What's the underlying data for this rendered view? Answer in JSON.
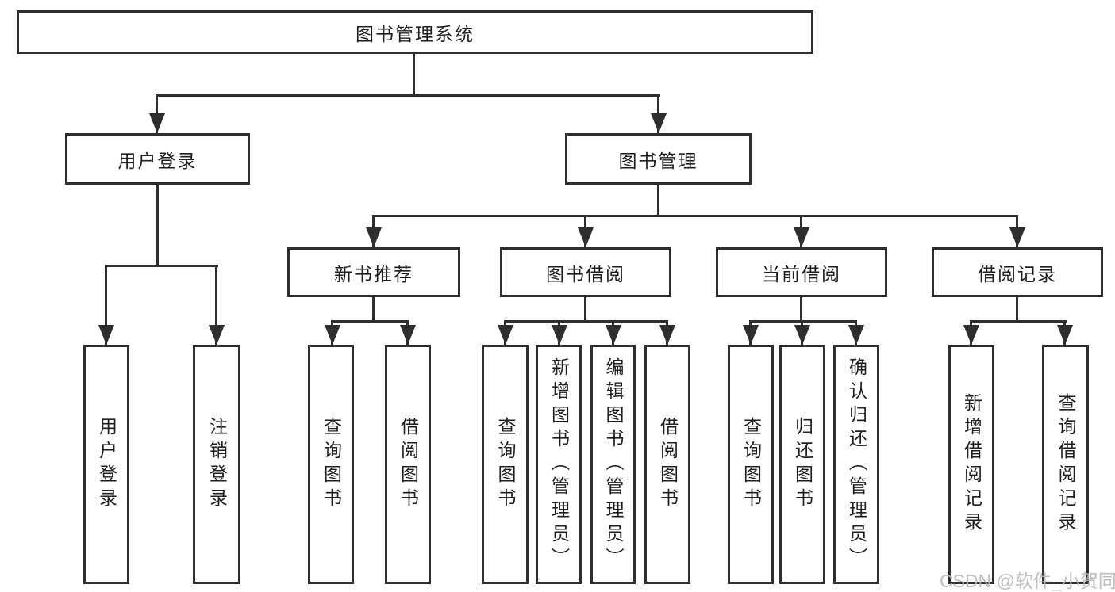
{
  "diagram": {
    "root": {
      "label": "图书管理系统"
    },
    "level2": [
      {
        "label": "用户登录"
      },
      {
        "label": "图书管理"
      }
    ],
    "level3": [
      {
        "label": "新书推荐"
      },
      {
        "label": "图书借阅"
      },
      {
        "label": "当前借阅"
      },
      {
        "label": "借阅记录"
      }
    ],
    "leaves": {
      "user_login": [
        {
          "label": "用户登录"
        },
        {
          "label": "注销登录"
        }
      ],
      "new_books": [
        {
          "label": "查询图书"
        },
        {
          "label": "借阅图书"
        }
      ],
      "book_borrow": [
        {
          "label": "查询图书"
        },
        {
          "label": "新增图书（管理员）"
        },
        {
          "label": "编辑图书（管理员）"
        },
        {
          "label": "借阅图书"
        }
      ],
      "current_borrow": [
        {
          "label": "查询图书"
        },
        {
          "label": "归还图书"
        },
        {
          "label": "确认归还（管理员）"
        }
      ],
      "borrow_records": [
        {
          "label": "新增借阅记录"
        },
        {
          "label": "查询借阅记录"
        }
      ]
    },
    "watermark": "CSDN @软件_小贺同学",
    "colors": {
      "line": "#2e2e2e",
      "box_border": "#2e2e2e",
      "text": "#1f1f1f",
      "watermark": "#b9b9b9",
      "background": "#ffffff"
    }
  }
}
